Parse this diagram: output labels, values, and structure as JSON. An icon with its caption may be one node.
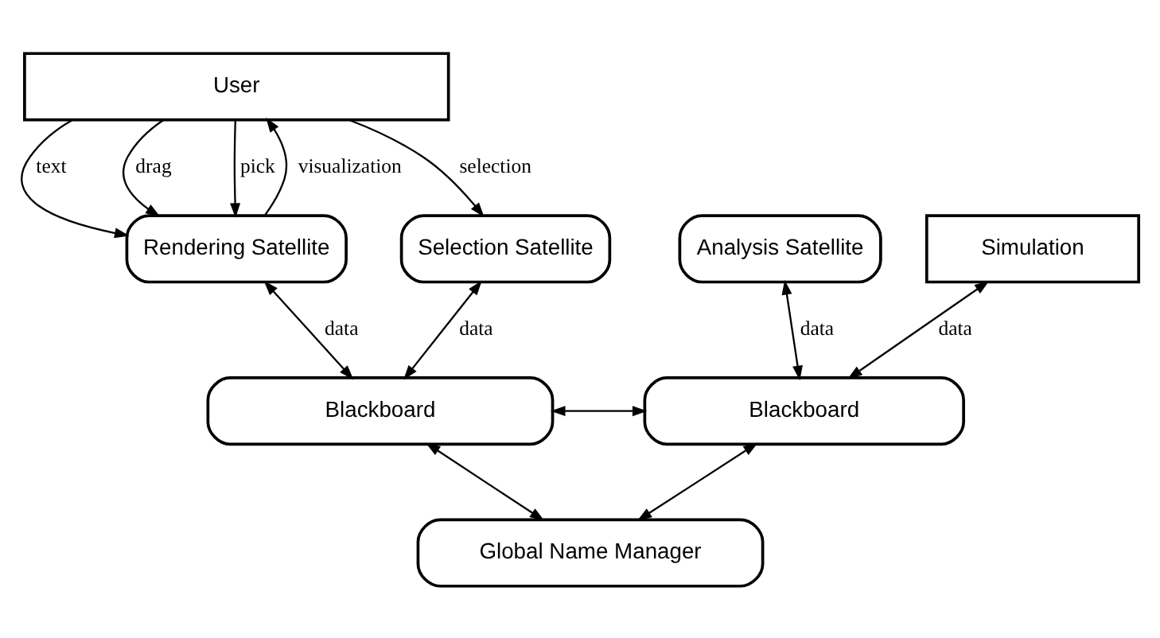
{
  "diagram": {
    "nodes": [
      {
        "text": [
          "User"
        ]
      },
      {
        "text": [
          "Rendering Satellite"
        ]
      },
      {
        "text": [
          "Selection Satellite"
        ]
      },
      {
        "text": [
          "Analysis Satellite"
        ]
      },
      {
        "text": [
          "Simulation"
        ]
      },
      {
        "text": [
          "Blackboard"
        ]
      },
      {
        "text": [
          "Blackboard"
        ]
      },
      {
        "text": [
          "Global Name Manager"
        ]
      }
    ],
    "edges": [
      {
        "from": 0,
        "to": 1,
        "arrow": "to",
        "label": "text"
      },
      {
        "from": 0,
        "to": 1,
        "arrow": "to",
        "label": "drag"
      },
      {
        "from": 0,
        "to": 1,
        "arrow": "to",
        "label": "pick"
      },
      {
        "from": 1,
        "to": 0,
        "arrow": "to",
        "label": "visualization"
      },
      {
        "from": 0,
        "to": 2,
        "arrow": "to",
        "label": "selection"
      },
      {
        "from": 1,
        "to": 5,
        "arrow": "both",
        "label": "data"
      },
      {
        "from": 2,
        "to": 5,
        "arrow": "both",
        "label": "data"
      },
      {
        "from": 3,
        "to": 6,
        "arrow": "both",
        "label": "data"
      },
      {
        "from": 4,
        "to": 6,
        "arrow": "both",
        "label": "data"
      },
      {
        "from": 5,
        "to": 6,
        "arrow": "both"
      },
      {
        "from": 5,
        "to": 7,
        "arrow": "both"
      },
      {
        "from": 6,
        "to": 7,
        "arrow": "both"
      }
    ]
  }
}
